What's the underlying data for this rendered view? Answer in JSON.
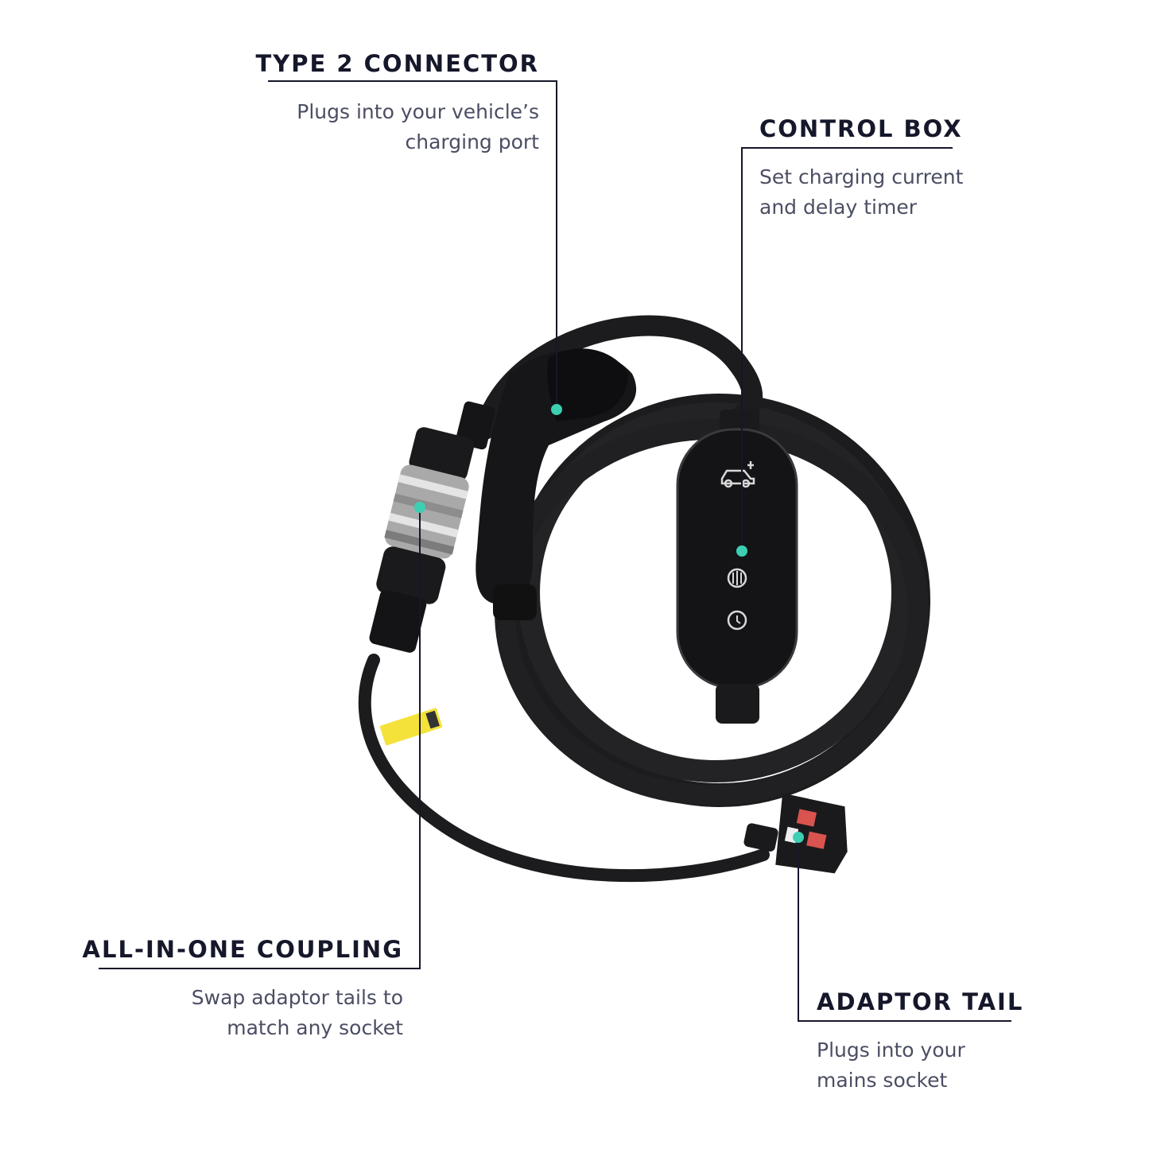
{
  "callouts": {
    "type2": {
      "title": "TYPE 2 CONNECTOR",
      "desc_line1": "Plugs into your vehicle’s",
      "desc_line2": "charging port"
    },
    "control_box": {
      "title": "CONTROL BOX",
      "desc_line1": "Set charging current",
      "desc_line2": "and delay timer"
    },
    "coupling": {
      "title": "ALL-IN-ONE COUPLING",
      "desc_line1": "Swap adaptor tails to",
      "desc_line2": "match any socket"
    },
    "adaptor_tail": {
      "title": "ADAPTOR TAIL",
      "desc_line1": "Plugs into your",
      "desc_line2": "mains socket"
    }
  },
  "colors": {
    "leader_line": "#15172a",
    "marker": "#3ccfb3",
    "cable": "#1c1c1e",
    "coupling_metal": "#a9a9a9",
    "plug_latch": "#d9534f",
    "label_tag": "#f4e23b"
  }
}
